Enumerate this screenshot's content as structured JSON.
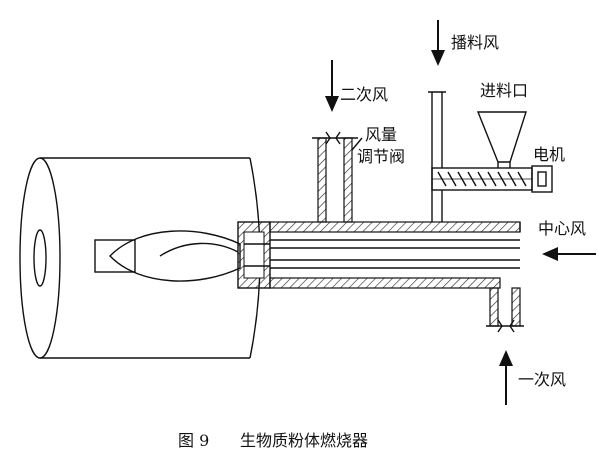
{
  "labels": {
    "primary_air": "一次风",
    "secondary_air": "二次风",
    "spreading_air": "播料风",
    "central_air": "中心风",
    "feed_port": "进料口",
    "motor": "电机",
    "valve_line1": "风量",
    "valve_line2": "调节阀"
  },
  "caption": {
    "figure_no": "图 9",
    "title": "生物质粉体燃烧器"
  },
  "colors": {
    "stroke": "#111111",
    "hatch": "#222222",
    "background": "#ffffff"
  }
}
